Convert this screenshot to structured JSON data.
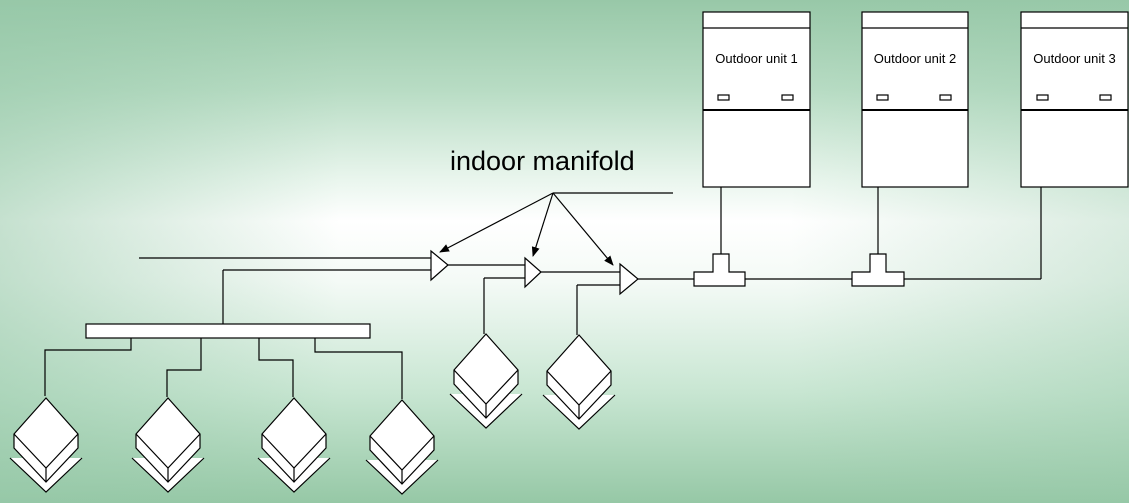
{
  "labels": {
    "manifold": "indoor manifold"
  },
  "outdoor_units": [
    {
      "label": "Outdoor unit 1"
    },
    {
      "label": "Outdoor unit 2"
    },
    {
      "label": "Outdoor unit 3"
    }
  ],
  "colors": {
    "background_green": "#98c8a8",
    "stroke": "#000000",
    "unit_fill": "#ffffff"
  }
}
